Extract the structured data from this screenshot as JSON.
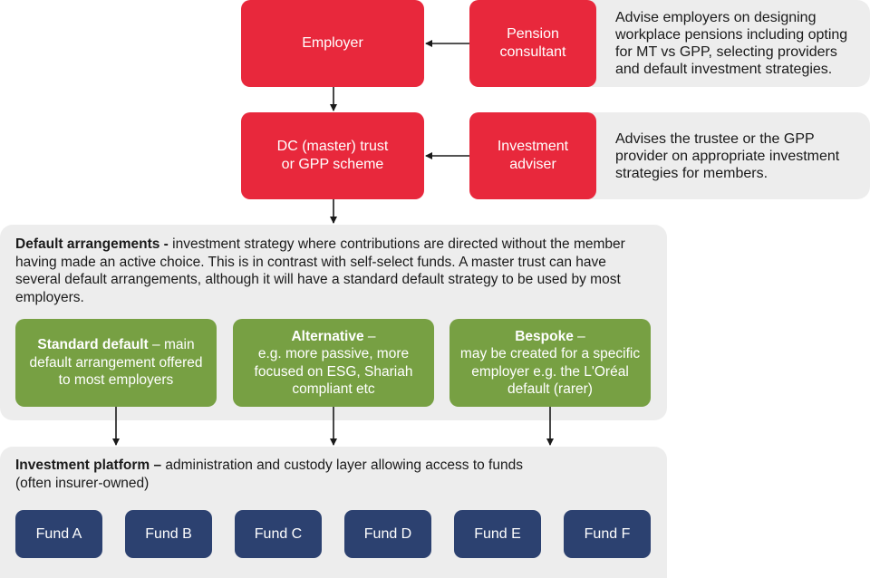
{
  "nodes": {
    "employer": "Employer",
    "pension_consultant_line1": "Pension",
    "pension_consultant_line2": "consultant",
    "dc_trust_line1": "DC (master) trust",
    "dc_trust_line2": "or GPP scheme",
    "investment_adviser_line1": "Investment",
    "investment_adviser_line2": "adviser"
  },
  "notes": {
    "consultant": "Advise employers on designing workplace pensions including opting for MT vs GPP, selecting providers and default investment strategies.",
    "adviser": "Advises the trustee or the GPP provider on appropriate investment strategies for members."
  },
  "default_arrangements": {
    "title": "Default arrangements -",
    "text": " investment strategy where contributions are directed without the member having made an active choice. This is in contrast with self-select funds. A master trust can have several default arrangements, although it will have a standard default strategy to be used by most employers.",
    "options": [
      {
        "title": "Standard default",
        "dash": " –",
        "desc": "main default arrangement offered to most employers"
      },
      {
        "title": "Alternative",
        "dash": " –",
        "desc": "e.g. more  passive, more focused on ESG, Shariah compliant etc"
      },
      {
        "title": "Bespoke",
        "dash": " –",
        "desc": "may be created for a specific employer e.g. the L'Oréal default (rarer)"
      }
    ]
  },
  "investment_platform": {
    "title": "Investment platform –",
    "text": " administration and custody layer allowing access to funds",
    "text2": "(often insurer-owned)",
    "funds": [
      "Fund A",
      "Fund B",
      "Fund C",
      "Fund D",
      "Fund E",
      "Fund F"
    ]
  },
  "colors": {
    "red": "#e8283c",
    "green": "#77a043",
    "navy": "#2c4170",
    "panel": "#ededed"
  }
}
